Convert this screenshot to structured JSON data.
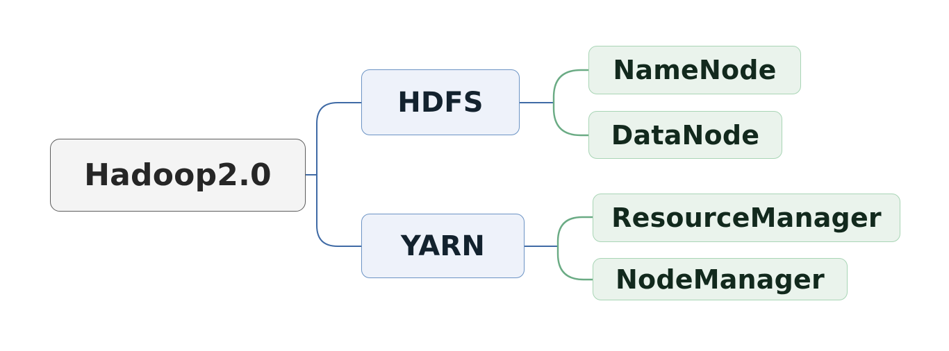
{
  "diagram": {
    "type": "mind-map",
    "background_color": "#ffffff",
    "title": "Hadoop2.0",
    "root": {
      "id": "hadoop",
      "label": "Hadoop2.0",
      "fill_color": "#f4f4f4",
      "border_color": "#5c5c5c",
      "text_color": "#262626"
    },
    "branches": [
      {
        "id": "hdfs",
        "label": "HDFS",
        "fill_color": "#eef2fa",
        "border_color": "#6b93c4",
        "text_color": "#13222e",
        "children": [
          {
            "id": "namenode",
            "label": "NameNode",
            "fill_color": "#eaf3ec",
            "border_color": "#a8d5b5",
            "text_color": "#12291d"
          },
          {
            "id": "datanode",
            "label": "DataNode",
            "fill_color": "#eaf3ec",
            "border_color": "#a8d5b5",
            "text_color": "#12291d"
          }
        ]
      },
      {
        "id": "yarn",
        "label": "YARN",
        "fill_color": "#eef2fa",
        "border_color": "#6b93c4",
        "text_color": "#13222e",
        "children": [
          {
            "id": "resourcemanager",
            "label": "ResourceManager",
            "fill_color": "#eaf3ec",
            "border_color": "#a8d5b5",
            "text_color": "#12291d"
          },
          {
            "id": "nodemanager",
            "label": "NodeManager",
            "fill_color": "#eaf3ec",
            "border_color": "#a8d5b5",
            "text_color": "#12291d"
          }
        ]
      }
    ],
    "connectors": {
      "root_to_branch_color": "#3f6aa5",
      "branch_to_leaf_color": "#6aab84"
    }
  }
}
